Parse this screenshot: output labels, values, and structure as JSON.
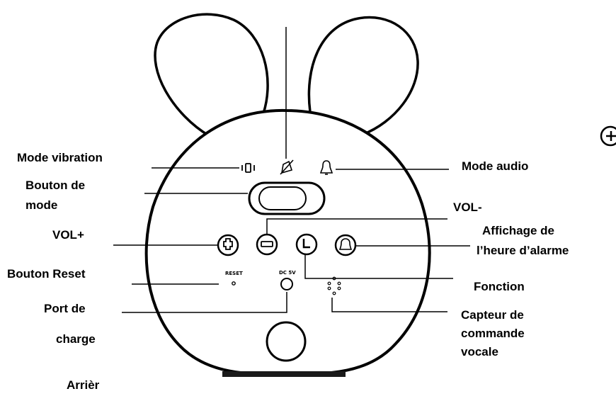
{
  "labels": {
    "mode_vibration": "Mode vibration",
    "bouton_de_mode_1": "Bouton de",
    "bouton_de_mode_2": "mode",
    "vol_plus": "VOL+",
    "bouton_reset": "Bouton Reset",
    "port_de_charge_1": "Port de",
    "port_de_charge_2": "charge",
    "arriere": "Arrièr",
    "mode_audio": "Mode audio",
    "vol_minus": "VOL-",
    "affichage_1": "Affichage de",
    "affichage_2": "l’heure d’alarme",
    "fonction": "Fonction",
    "capteur_1": "Capteur de",
    "capteur_2": "commande",
    "capteur_3": "vocale"
  },
  "device_text": {
    "reset": "RESET",
    "dc": "DC 5V"
  },
  "colors": {
    "line": "#000000",
    "background": "#ffffff"
  }
}
